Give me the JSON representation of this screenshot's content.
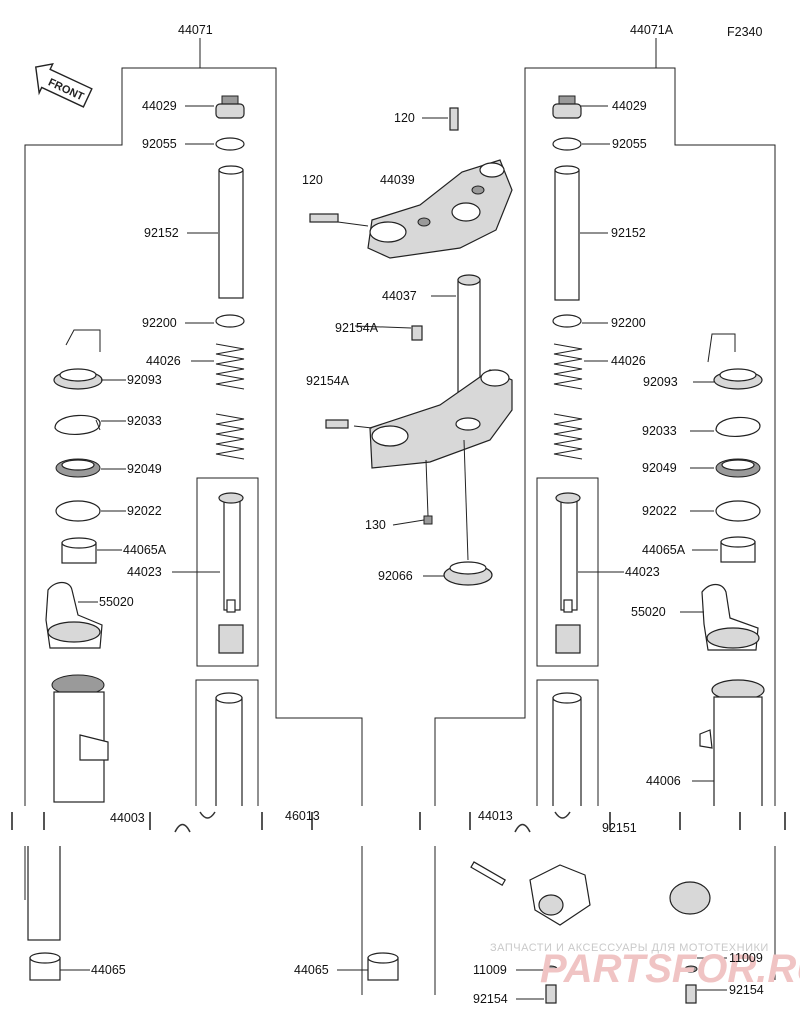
{
  "diagram_code": "F2340",
  "front_label": "FRONT",
  "watermark": {
    "line1": "ЗАПЧАСТИ И АКСЕССУАРЫ ДЛЯ МОТОТЕХНИКИ",
    "line2": "PARTSFOR.RU"
  },
  "labels": {
    "fork_left": "44071",
    "fork_right": "44071A",
    "cap_bolt_l": "44029",
    "cap_bolt_r": "44029",
    "oring_l": "92055",
    "oring_r": "92055",
    "spacer_l": "92152",
    "spacer_r": "92152",
    "washer_l": "92200",
    "washer_r": "92200",
    "spring_l": "44026",
    "spring_r": "44026",
    "dust_seal_l": "92093",
    "dust_seal_r": "92093",
    "circlip_l": "92033",
    "circlip_r": "92033",
    "oil_seal_l": "92049",
    "oil_seal_r": "92049",
    "washer2_l": "92022",
    "washer2_r": "92022",
    "bushing_l": "44065A",
    "bushing_r": "44065A",
    "cylinder_l": "44023",
    "cylinder_r": "44023",
    "cover_l": "55020",
    "cover_r": "55020",
    "outer_tube_r": "44006",
    "bracket_bolt_top": "120",
    "bracket_bolt_left": "120",
    "upper_bracket": "44039",
    "stem": "44037",
    "stem_bolt_1": "92154A",
    "stem_bolt_2": "92154A",
    "screw": "130",
    "stem_seal": "92066",
    "bushing_bottom_l": "44065",
    "bushing_bottom_c": "44065",
    "washer_bottom": "11009",
    "washer_bottom_r": "11009",
    "bolt_bottom": "92154",
    "bolt_bottom_r": "92154",
    "garbled_1": "44003",
    "garbled_2": "46013",
    "garbled_3": "44013",
    "garbled_4": "92151"
  }
}
